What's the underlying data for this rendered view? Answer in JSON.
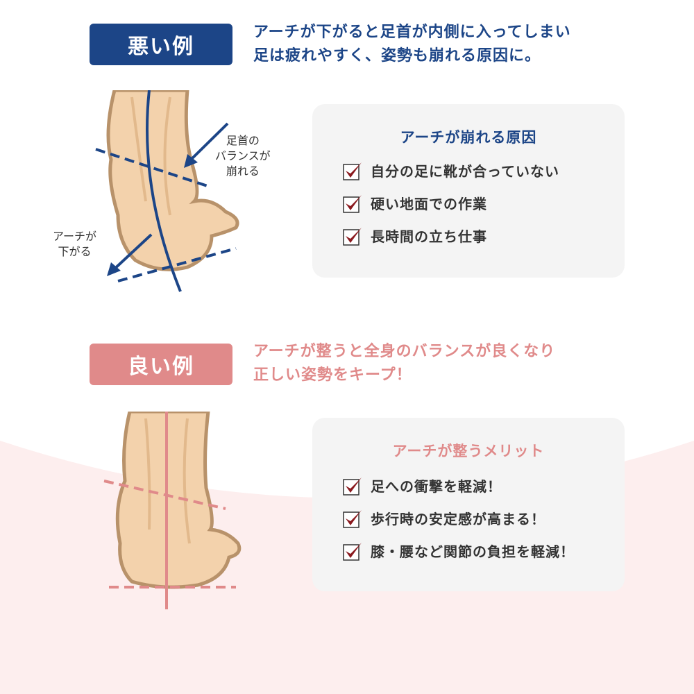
{
  "colors": {
    "bad": "#1c4587",
    "good": "#e08a8a",
    "check": "#8b1a1f",
    "pink_bg": "#fdeeee",
    "card": "#f4f4f4"
  },
  "bad": {
    "tag": "悪い例",
    "lead": [
      "アーチが下がると足首が内側に入ってしまい",
      "足は疲れやすく、姿勢も崩れる原因に。"
    ],
    "note_balance": [
      "足首の",
      "バランスが",
      "崩れる"
    ],
    "note_arch": [
      "アーチが",
      "下がる"
    ],
    "card": {
      "title": "アーチが崩れる原因",
      "items": [
        "自分の足に靴が合っていない",
        "硬い地面での作業",
        "長時間の立ち仕事"
      ]
    }
  },
  "good": {
    "tag": "良い例",
    "lead": [
      "アーチが整うと全身のバランスが良くなり",
      "正しい姿勢をキープ！"
    ],
    "card": {
      "title": "アーチが整うメリット",
      "items": [
        "足への衝撃を軽減！",
        "歩行時の安定感が高まる！",
        "膝・腰など関節の負担を軽減！"
      ]
    }
  }
}
